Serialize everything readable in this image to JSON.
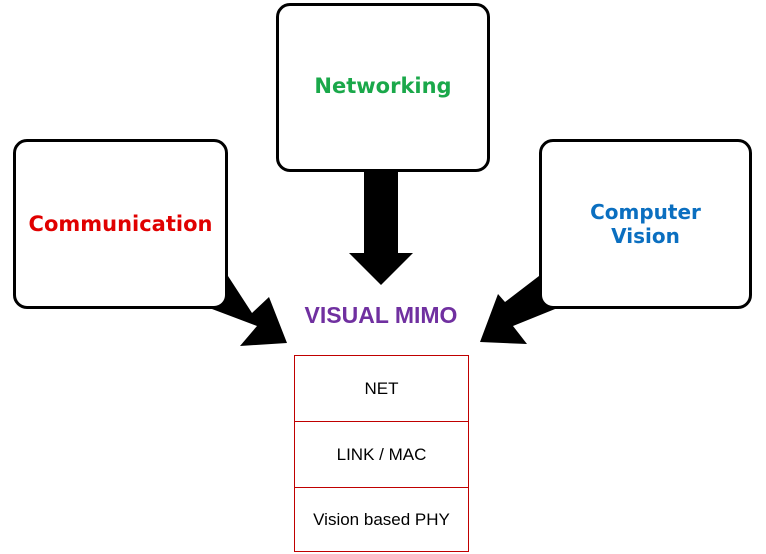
{
  "colors": {
    "communication": "#e00000",
    "networking": "#1aa84a",
    "computer_vision": "#0b6fc0",
    "visual_mimo": "#7030a0",
    "layer_border": "#c00000",
    "arrow": "#000000"
  },
  "boxes": {
    "networking": {
      "label": "Networking"
    },
    "communication": {
      "label": "Communication"
    },
    "computer_vision": {
      "line1": "Computer",
      "line2": "Vision"
    }
  },
  "center": {
    "title": "VISUAL MIMO",
    "layers": [
      {
        "label": "NET"
      },
      {
        "label": "LINK / MAC"
      },
      {
        "label": "Vision based PHY"
      }
    ]
  }
}
